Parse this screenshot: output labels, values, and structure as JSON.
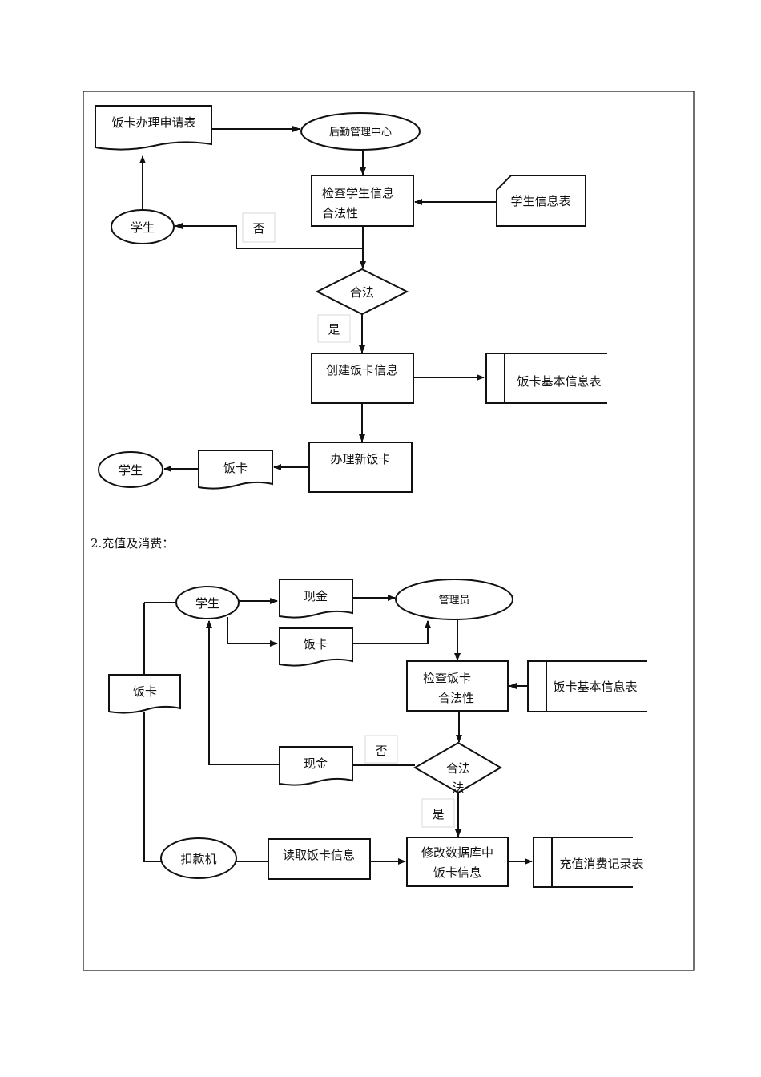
{
  "section2_title": "2.充值及消费：",
  "diagram1": {
    "application_form": "饭卡办理申请表",
    "logistics_center": "后勤管理中心",
    "check_student_line1": "检查学生信息",
    "check_student_line2": "合法性",
    "student_info_table": "学生信息表",
    "student_top": "学生",
    "label_no": "否",
    "decision_valid": "合法",
    "label_yes": "是",
    "create_card_info": "创建饭卡信息",
    "card_basic_info_table": "饭卡基本信息表",
    "process_new_card": "办理新饭卡",
    "card_doc": "饭卡",
    "student_bottom": "学生"
  },
  "diagram2": {
    "student": "学生",
    "cash_top": "现金",
    "admin": "管理员",
    "card_top": "饭卡",
    "card_left": "饭卡",
    "check_card_line1": "检查饭卡",
    "check_card_line2": "合法性",
    "card_basic_info_table": "饭卡基本信息表",
    "label_no": "否",
    "cash_return": "现金",
    "decision_line1": "合法",
    "decision_line2": "法",
    "label_yes": "是",
    "deduction_machine": "扣款机",
    "read_card_info": "读取饭卡信息",
    "modify_db_line1": "修改数据库中",
    "modify_db_line2": "饭卡信息",
    "recharge_record_table": "充值消费记录表"
  }
}
